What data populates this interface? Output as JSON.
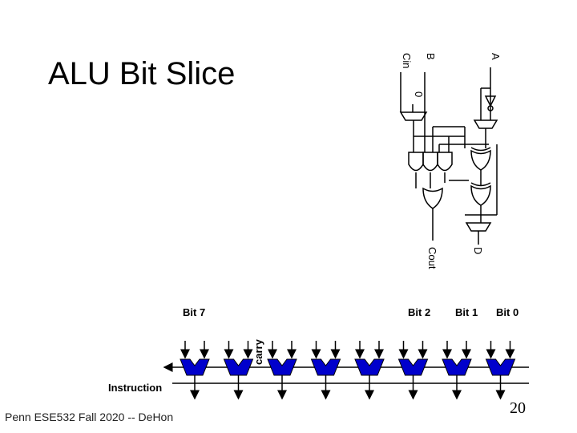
{
  "slide": {
    "title": "ALU Bit Slice",
    "footer": "Penn ESE532 Fall 2020 -- DeHon",
    "page_number": "20"
  },
  "slice_diagram": {
    "inputs": {
      "a": "A",
      "b": "B",
      "cin": "Cin",
      "zero": "0"
    },
    "outputs": {
      "cout": "Cout",
      "d": "D"
    }
  },
  "alu_array": {
    "bit_labels": [
      "Bit 7",
      "Bit 2",
      "Bit 1",
      "Bit 0"
    ],
    "carry_label": "carry",
    "instruction_label": "Instruction",
    "cell_count": 8,
    "cell_color": "#0000cc"
  }
}
